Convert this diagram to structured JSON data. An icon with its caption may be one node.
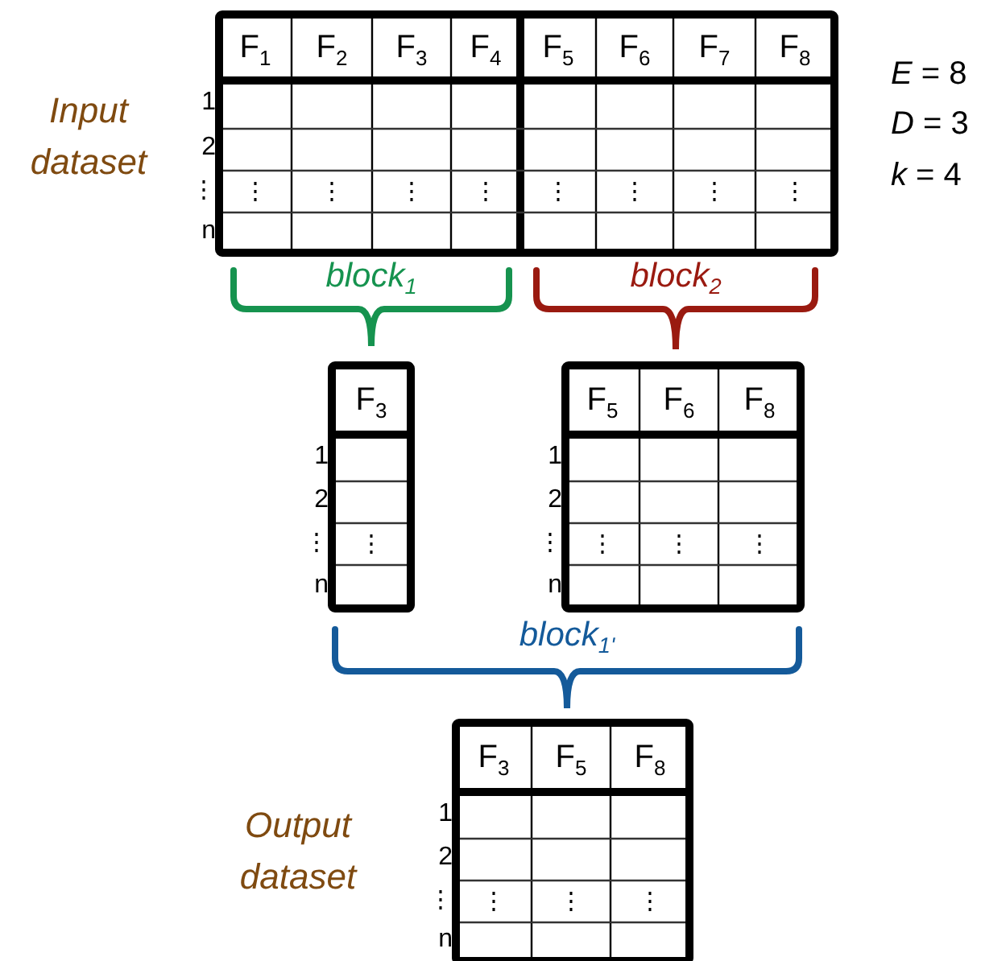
{
  "diagram": {
    "labels": [
      "F$_{1}$",
      "F$_{2}$",
      "F$_{3}$",
      "F$_{4}$",
      "F$_{5}$",
      "F$_{6}$",
      "F$_{7}$",
      "F$_{8}$",
      "1",
      "2",
      "⋮",
      "n",
      "⋮",
      "⋮",
      "⋮",
      "⋮",
      "⋮",
      "⋮",
      "⋮",
      "⋮",
      "Input dataset",
      "*E* = 8",
      "*D* = 3",
      "*k* = 4",
      "block$_{1}$",
      "block$_{2}$",
      "F$_{3}$",
      "1",
      "2",
      "⋮",
      "n",
      "⋮",
      "F$_{5}$",
      "F$_{6}$",
      "F$_{8}$",
      "1",
      "2",
      "⋮",
      "n",
      "⋮",
      "⋮",
      "⋮",
      "block$_{1'}$",
      "F$_{3}$",
      "F$_{5}$",
      "F$_{8}$",
      "1",
      "2",
      "⋮",
      "n",
      "⋮",
      "⋮",
      "⋮",
      "Output dataset"
    ]
  }
}
